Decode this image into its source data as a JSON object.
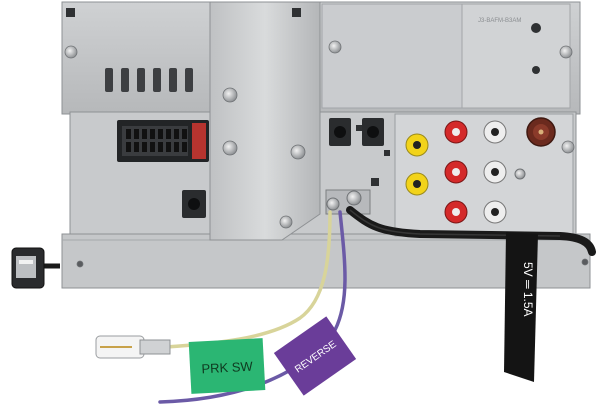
{
  "product": {
    "name": "Double-DIN car stereo head unit (rear view)"
  },
  "labels": {
    "parking_switch_wire": "PRK SW",
    "reverse_wire": "REVERSE",
    "usb_power_rating": "5V ═ 1.5A",
    "panel_print_top_right": "J3-BAFM-B3AM"
  },
  "colors": {
    "chassis": "#c3c5c7",
    "chassis_dark": "#8e9194",
    "prk_tag": "#2bb673",
    "reverse_tag": "#6a3d99",
    "wire_prk": "#d8d49a",
    "wire_reverse": "#6b5aa6",
    "rca_red": "#d42a2a",
    "rca_yellow": "#f2d31a",
    "rca_white": "#eeeeee",
    "usb_cable": "#1a1a1a"
  },
  "icons": [
    "usb-connector-icon",
    "iso-wiring-harness-icon",
    "rca-jack-icon",
    "antenna-jack-icon",
    "ground-terminal-icon"
  ]
}
